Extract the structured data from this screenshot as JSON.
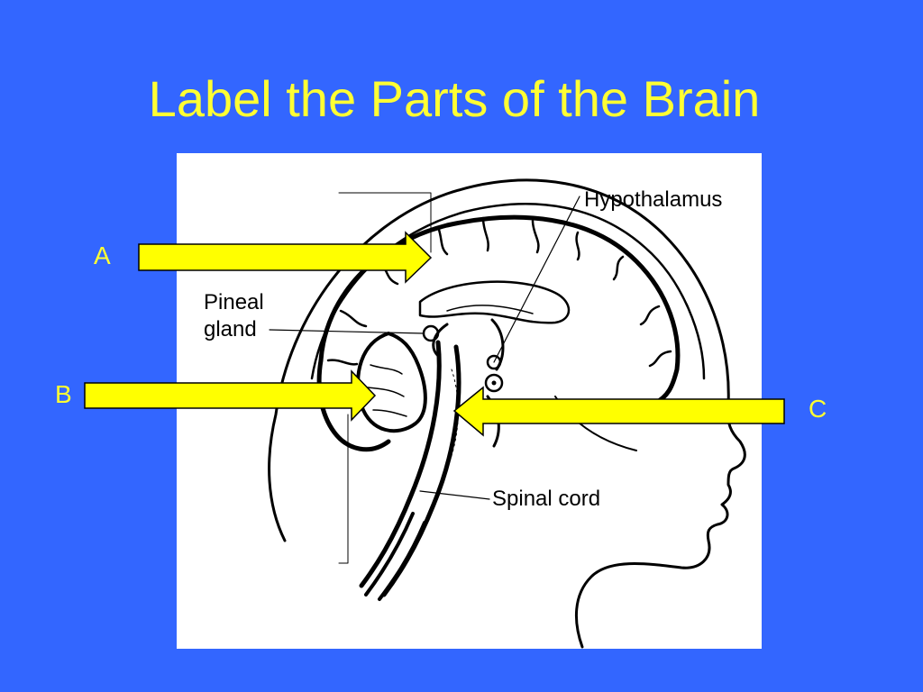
{
  "slide": {
    "title": "Label the Parts of the Brain"
  },
  "figure": {
    "labels": {
      "hypothalamus": "Hypothalamus",
      "pineal_line1": "Pineal",
      "pineal_line2": "gland",
      "spinal_cord": "Spinal cord"
    }
  },
  "markers": {
    "a": "A",
    "b": "B",
    "c": "C"
  },
  "colors": {
    "background": "#3366FF",
    "title_text": "#FFFF33",
    "arrow_fill": "#FFFF00",
    "arrow_stroke": "#000000",
    "figure_background": "#FFFFFF"
  }
}
